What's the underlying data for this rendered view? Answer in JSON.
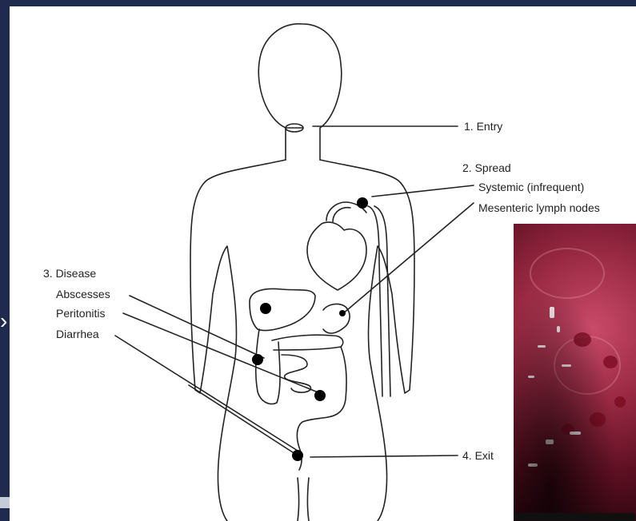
{
  "diagram": {
    "labels": {
      "entry": "1. Entry",
      "spread": "2. Spread",
      "systemic": "Systemic (infrequent)",
      "mesenteric": "Mesenteric lymph nodes",
      "disease": "3. Disease",
      "abscesses": "Abscesses",
      "peritonitis": "Peritonitis",
      "diarrhea": "Diarrhea",
      "exit": "4. Exit"
    }
  },
  "photo": {
    "subject": "endoscopic-view"
  }
}
